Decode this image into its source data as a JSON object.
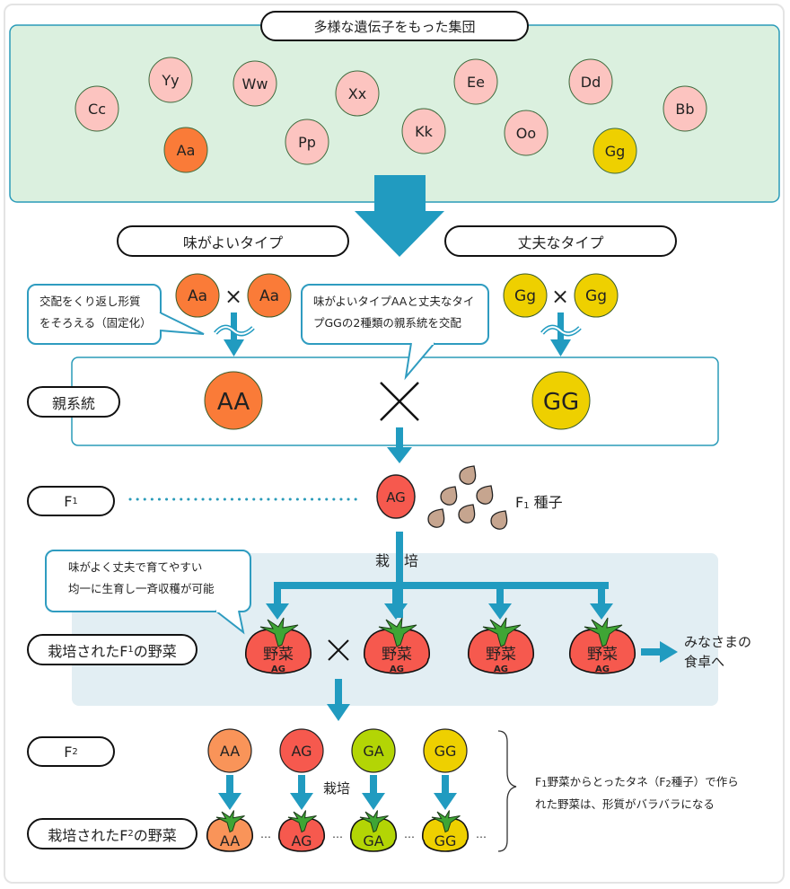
{
  "title": "多様な遺伝子をもった集団",
  "colors": {
    "accent": "#219bc0",
    "population_bg": "#dbf0df",
    "cultivation_bg": "#e2eef3",
    "gene_pink": "#fcc4c0",
    "gene_orange": "#fa7b38",
    "gene_yellow": "#eed000",
    "ag_red": "#f6594e",
    "aa_light_orange": "#f99459",
    "ga_green": "#b3d505",
    "seed": "#c6a58f"
  },
  "population": [
    {
      "label": "Cc",
      "type": "pink"
    },
    {
      "label": "Yy",
      "type": "pink"
    },
    {
      "label": "Ww",
      "type": "pink"
    },
    {
      "label": "Xx",
      "type": "pink"
    },
    {
      "label": "Ee",
      "type": "pink"
    },
    {
      "label": "Dd",
      "type": "pink"
    },
    {
      "label": "Bb",
      "type": "pink"
    },
    {
      "label": "Aa",
      "type": "orange"
    },
    {
      "label": "Pp",
      "type": "pink"
    },
    {
      "label": "Kk",
      "type": "pink"
    },
    {
      "label": "Oo",
      "type": "pink"
    },
    {
      "label": "Gg",
      "type": "yellow"
    }
  ],
  "types": {
    "tasty": "味がよいタイプ",
    "sturdy": "丈夫なタイプ"
  },
  "cross_left": {
    "a": "Aa",
    "b": "Aa",
    "symbol": "×"
  },
  "cross_right": {
    "a": "Gg",
    "b": "Gg",
    "symbol": "×"
  },
  "bubbles": {
    "fixation": [
      "交配をくり返し形質",
      "をそろえる（固定化）"
    ],
    "cross_parents": [
      "味がよいタイプAAと丈夫なタイ",
      "プGGの2種類の親系統を交配"
    ],
    "f1_merits": [
      "味がよく丈夫で育てやすい",
      "均一に生育し一斉収穫が可能"
    ]
  },
  "parent_line": {
    "label": "親系統",
    "left": "AA",
    "right": "GG"
  },
  "f1": {
    "label_main": "F",
    "label_sub": "1",
    "genotype": "AG",
    "seed_label_main": "F",
    "seed_label_sub": "1",
    "seed_label_rest": " 種子",
    "cultivate": "栽　培"
  },
  "f1_vegetables": {
    "label_pre": "栽培されたF",
    "label_sub": "1",
    "label_post": "の野菜",
    "items": [
      {
        "name": "野菜",
        "code": "AG"
      },
      {
        "name": "野菜",
        "code": "AG"
      },
      {
        "name": "野菜",
        "code": "AG"
      },
      {
        "name": "野菜",
        "code": "AG"
      }
    ],
    "cross_symbol": "×",
    "destination": [
      "みなさまの",
      "食卓へ"
    ]
  },
  "f2": {
    "label_main": "F",
    "label_sub": "2",
    "genotypes": [
      "AA",
      "AG",
      "GA",
      "GG"
    ],
    "cultivate": "栽培",
    "veg_label_pre": "栽培されたF",
    "veg_label_sub": "2",
    "veg_label_post": "の野菜",
    "vegetables": [
      "AA",
      "AG",
      "GA",
      "GG"
    ],
    "ellipsis": "…",
    "note_line1_pre": "F",
    "note_line1_sub": "1",
    "note_line1_mid": "野菜からとったタネ（F",
    "note_line1_sub2": "2",
    "note_line1_post": "種子）で作ら",
    "note_line2": "れた野菜は、形質がバラバラになる"
  }
}
